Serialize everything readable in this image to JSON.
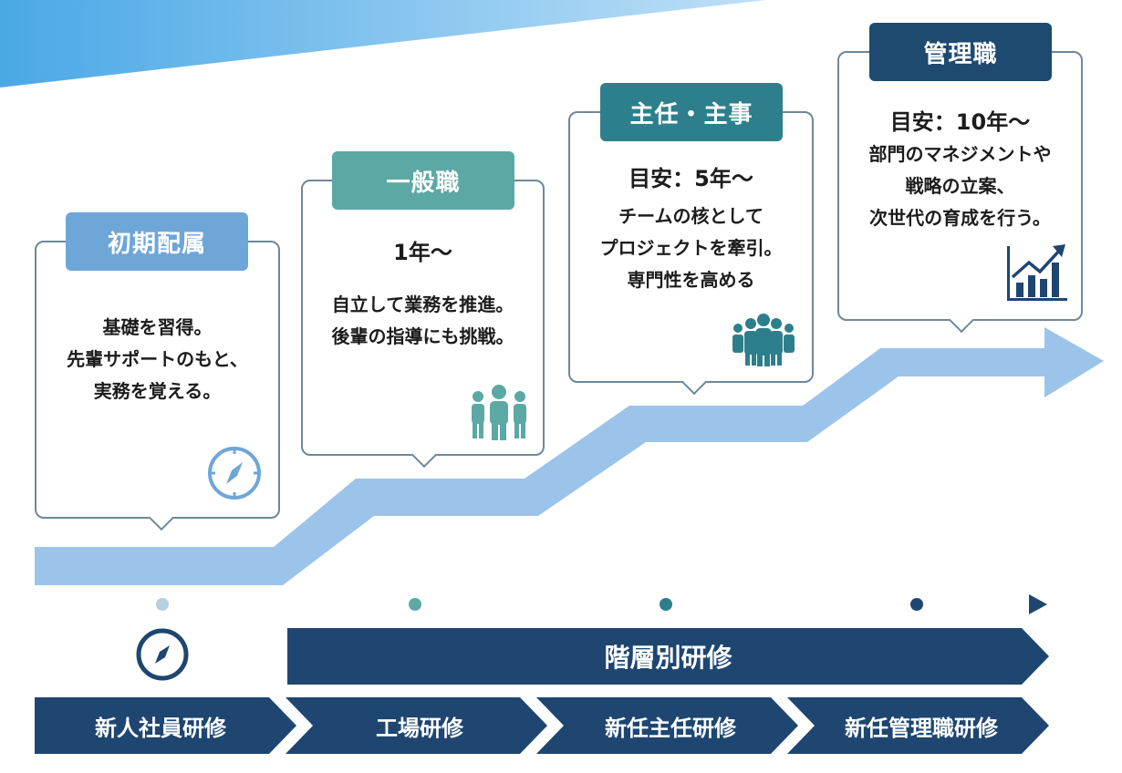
{
  "stages": [
    {
      "label": "初期配属",
      "heading": "",
      "lines": [
        "基礎を習得。",
        "先輩サポートのもと、",
        "実務を覚える。"
      ],
      "icon": "compass-icon",
      "color": "#6fa6d8"
    },
    {
      "label": "一般職",
      "heading": "1年〜",
      "lines": [
        "自立して業務を推進。",
        "後輩の指導にも挑戦。"
      ],
      "icon": "team-icon",
      "color": "#5ca8a4"
    },
    {
      "label": "主任・主事",
      "heading": "目安：5年〜",
      "lines": [
        "チームの核として",
        "プロジェクトを牽引。",
        "専門性を高める"
      ],
      "icon": "group-icon",
      "color": "#2e7f8c"
    },
    {
      "label": "管理職",
      "heading": "目安：10年〜",
      "lines": [
        "部門のマネジメントや",
        "戦略の立案、",
        "次世代の育成を行う。"
      ],
      "icon": "growth-chart-icon",
      "color": "#1e4a70"
    }
  ],
  "training": {
    "group_label": "階層別研修",
    "items": [
      "新人社員研修",
      "工場研修",
      "新任主任研修",
      "新任管理職研修"
    ],
    "icon": "compass-icon"
  },
  "colors": {
    "path": "#9cc4ea",
    "navy": "#1e4670",
    "card_border": "#6f8799"
  }
}
